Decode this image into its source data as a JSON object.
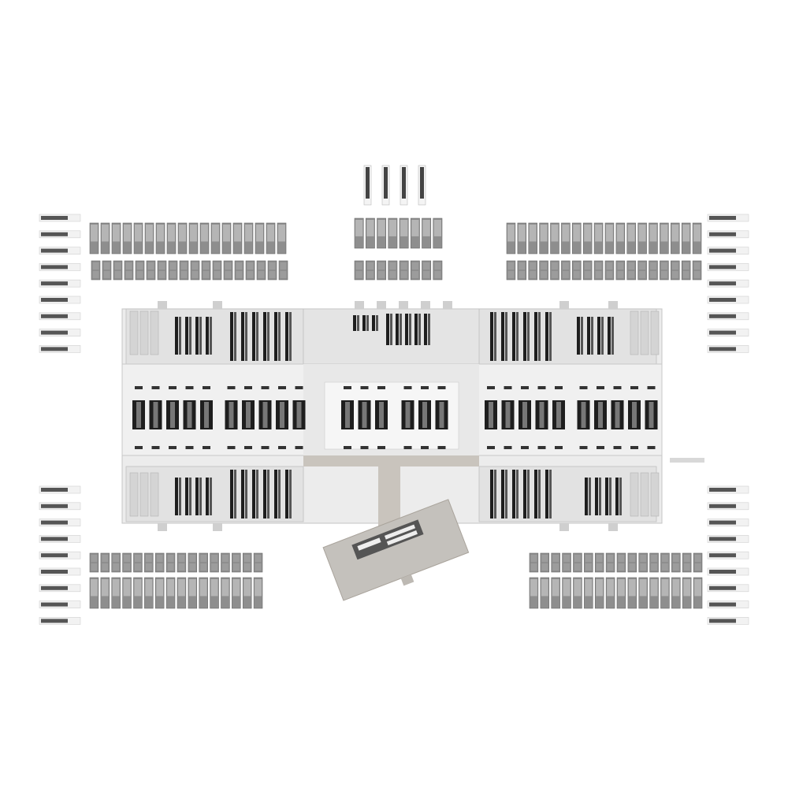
{
  "colors": {
    "background": "#ffffff",
    "floor": "#ececec",
    "wall": "#cfcfcf",
    "unit": "#8e8e8e",
    "unit_light": "#b5b5b5",
    "rack": "#1e1e1e",
    "connector": "#c9c4bd",
    "accent_red": "#c8452c"
  },
  "counts": {
    "side_generators_per_column": 9,
    "top_wing_units_per_row": 18,
    "top_center_units_per_row": 8,
    "top_towers": 4,
    "bottom_wing_units_per_row": 16,
    "hall_pods_side": 10,
    "hall_pods_center": 6
  }
}
